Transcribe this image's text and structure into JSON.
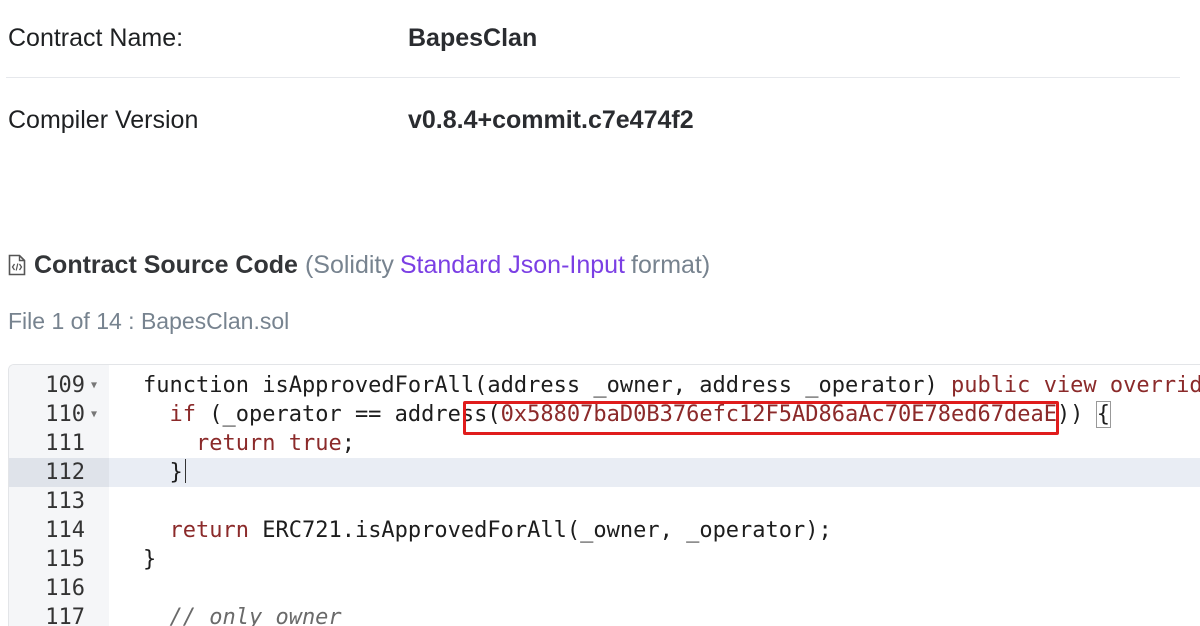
{
  "contract": {
    "name_label": "Contract Name:",
    "name_value": "BapesClan",
    "compiler_label": "Compiler Version",
    "compiler_value": "v0.8.4+commit.c7e474f2"
  },
  "source": {
    "title": "Contract Source Code",
    "paren_open": "(Solidity",
    "format_link": "Standard Json-Input",
    "paren_close": "format)",
    "file_info": "File 1 of 14 : BapesClan.sol"
  },
  "code": {
    "lines": [
      {
        "num": "109",
        "foldable": true
      },
      {
        "num": "110",
        "foldable": true
      },
      {
        "num": "111",
        "foldable": false
      },
      {
        "num": "112",
        "foldable": false
      },
      {
        "num": "113",
        "foldable": false
      },
      {
        "num": "114",
        "foldable": false
      },
      {
        "num": "115",
        "foldable": false
      },
      {
        "num": "116",
        "foldable": false
      },
      {
        "num": "117",
        "foldable": false
      }
    ],
    "l109": {
      "a": "function isApprovedForAll(address _owner, address _operator) ",
      "b": "public",
      "c": " ",
      "d": "view",
      "e": " ",
      "f": "override"
    },
    "l110": {
      "a": "  ",
      "b": "if",
      "c": " (_operator == address(",
      "d": "0x58807baD0B376efc12F5AD86aAc70E78ed67deaE",
      "e": ")) ",
      "f": "{"
    },
    "l111": {
      "a": "    ",
      "b": "return",
      "c": " ",
      "d": "true",
      "e": ";"
    },
    "l112": {
      "a": "  }"
    },
    "l114": {
      "a": "  ",
      "b": "return",
      "c": " ERC721.isApprovedForAll(_owner, _operator);"
    },
    "l115": {
      "a": "}"
    },
    "l117": {
      "a": "  // only owner"
    }
  },
  "colors": {
    "link": "#7b3fe4",
    "highlight": "#e01c1c",
    "keyword": "#8b2a2a"
  }
}
